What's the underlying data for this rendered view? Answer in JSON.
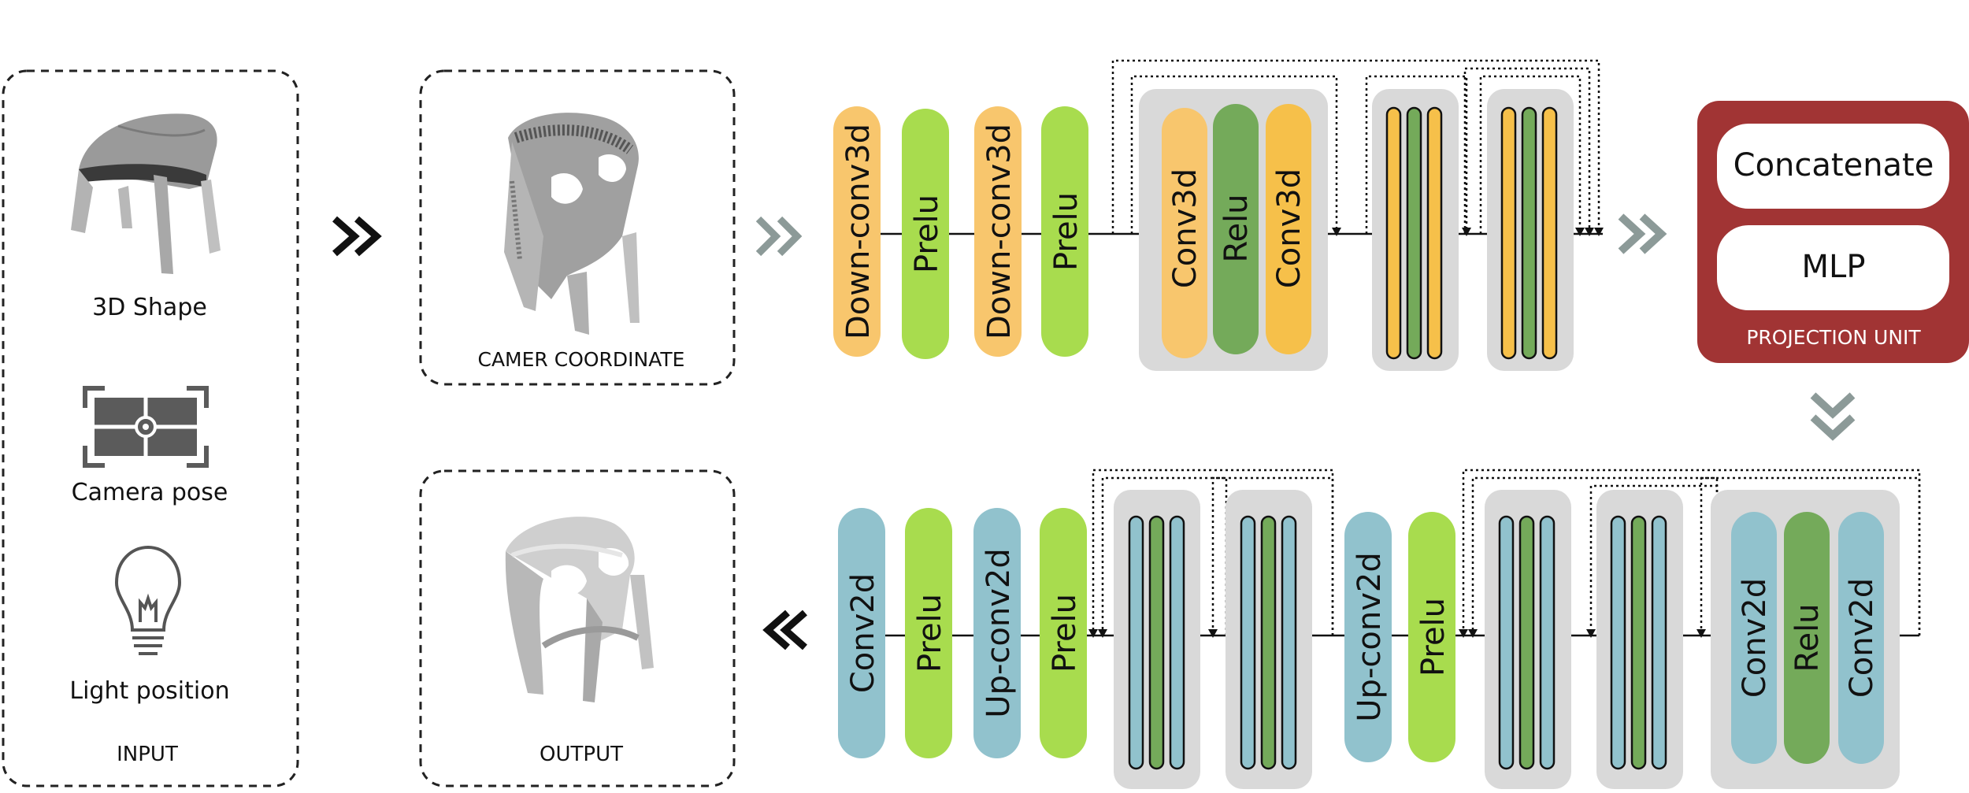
{
  "input_panel": {
    "label": "INPUT",
    "items": [
      {
        "label": "3D Shape"
      },
      {
        "label": "Camera pose"
      },
      {
        "label": "Light position"
      }
    ]
  },
  "camera_panel": {
    "label": "CAMER COORDINATE"
  },
  "output_panel": {
    "label": "OUTPUT"
  },
  "projection_unit": {
    "label": "PROJECTION UNIT",
    "blocks": [
      "Concatenate",
      "MLP"
    ]
  },
  "encoder": {
    "layers": [
      {
        "label": "Down-conv3d"
      },
      {
        "label": "Prelu"
      },
      {
        "label": "Down-conv3d"
      },
      {
        "label": "Prelu"
      }
    ],
    "res_block": [
      "Conv3d",
      "Relu",
      "Conv3d"
    ]
  },
  "decoder": {
    "layers": [
      {
        "label": "Conv2d"
      },
      {
        "label": "Prelu"
      },
      {
        "label": "Up-conv2d"
      },
      {
        "label": "Prelu"
      },
      {
        "label": "Up-conv2d"
      },
      {
        "label": "Prelu"
      }
    ],
    "res_block": [
      "Conv2d",
      "Relu",
      "Conv2d"
    ]
  },
  "colors": {
    "conv3d_orange": "#f8c66d",
    "conv3d_yellow": "#f6c04a",
    "prelu_green": "#a8dc4e",
    "relu_green": "#74aa5a",
    "conv2d_blue": "#91c2cd",
    "projection_red": "#a13434",
    "block_gray": "#d9d9d9",
    "arrow_gray": "#8c9a98"
  }
}
